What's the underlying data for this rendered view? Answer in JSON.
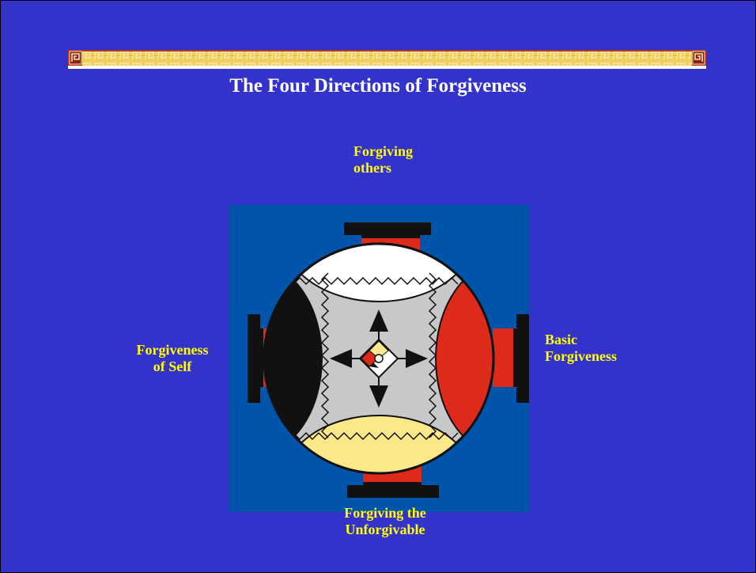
{
  "title": "The Four Directions of Forgiveness",
  "labels": {
    "north": "Forgiving\nothers",
    "west": "Forgiveness\nof Self",
    "east": "Basic\nForgiveness",
    "south": "Forgiving the\nUnforgivable"
  },
  "colors": {
    "slide_background": "#3333cc",
    "image_background": "#0055aa",
    "label_text": "#ffff00",
    "title_text": "#ffffff",
    "north_quadrant": "#ffffff",
    "east_quadrant": "#dd2a1b",
    "south_quadrant": "#fde98a",
    "west_quadrant": "#111111",
    "wheel_center": "#c8c8c8"
  },
  "banner": {
    "pattern": "greek-key-border"
  }
}
